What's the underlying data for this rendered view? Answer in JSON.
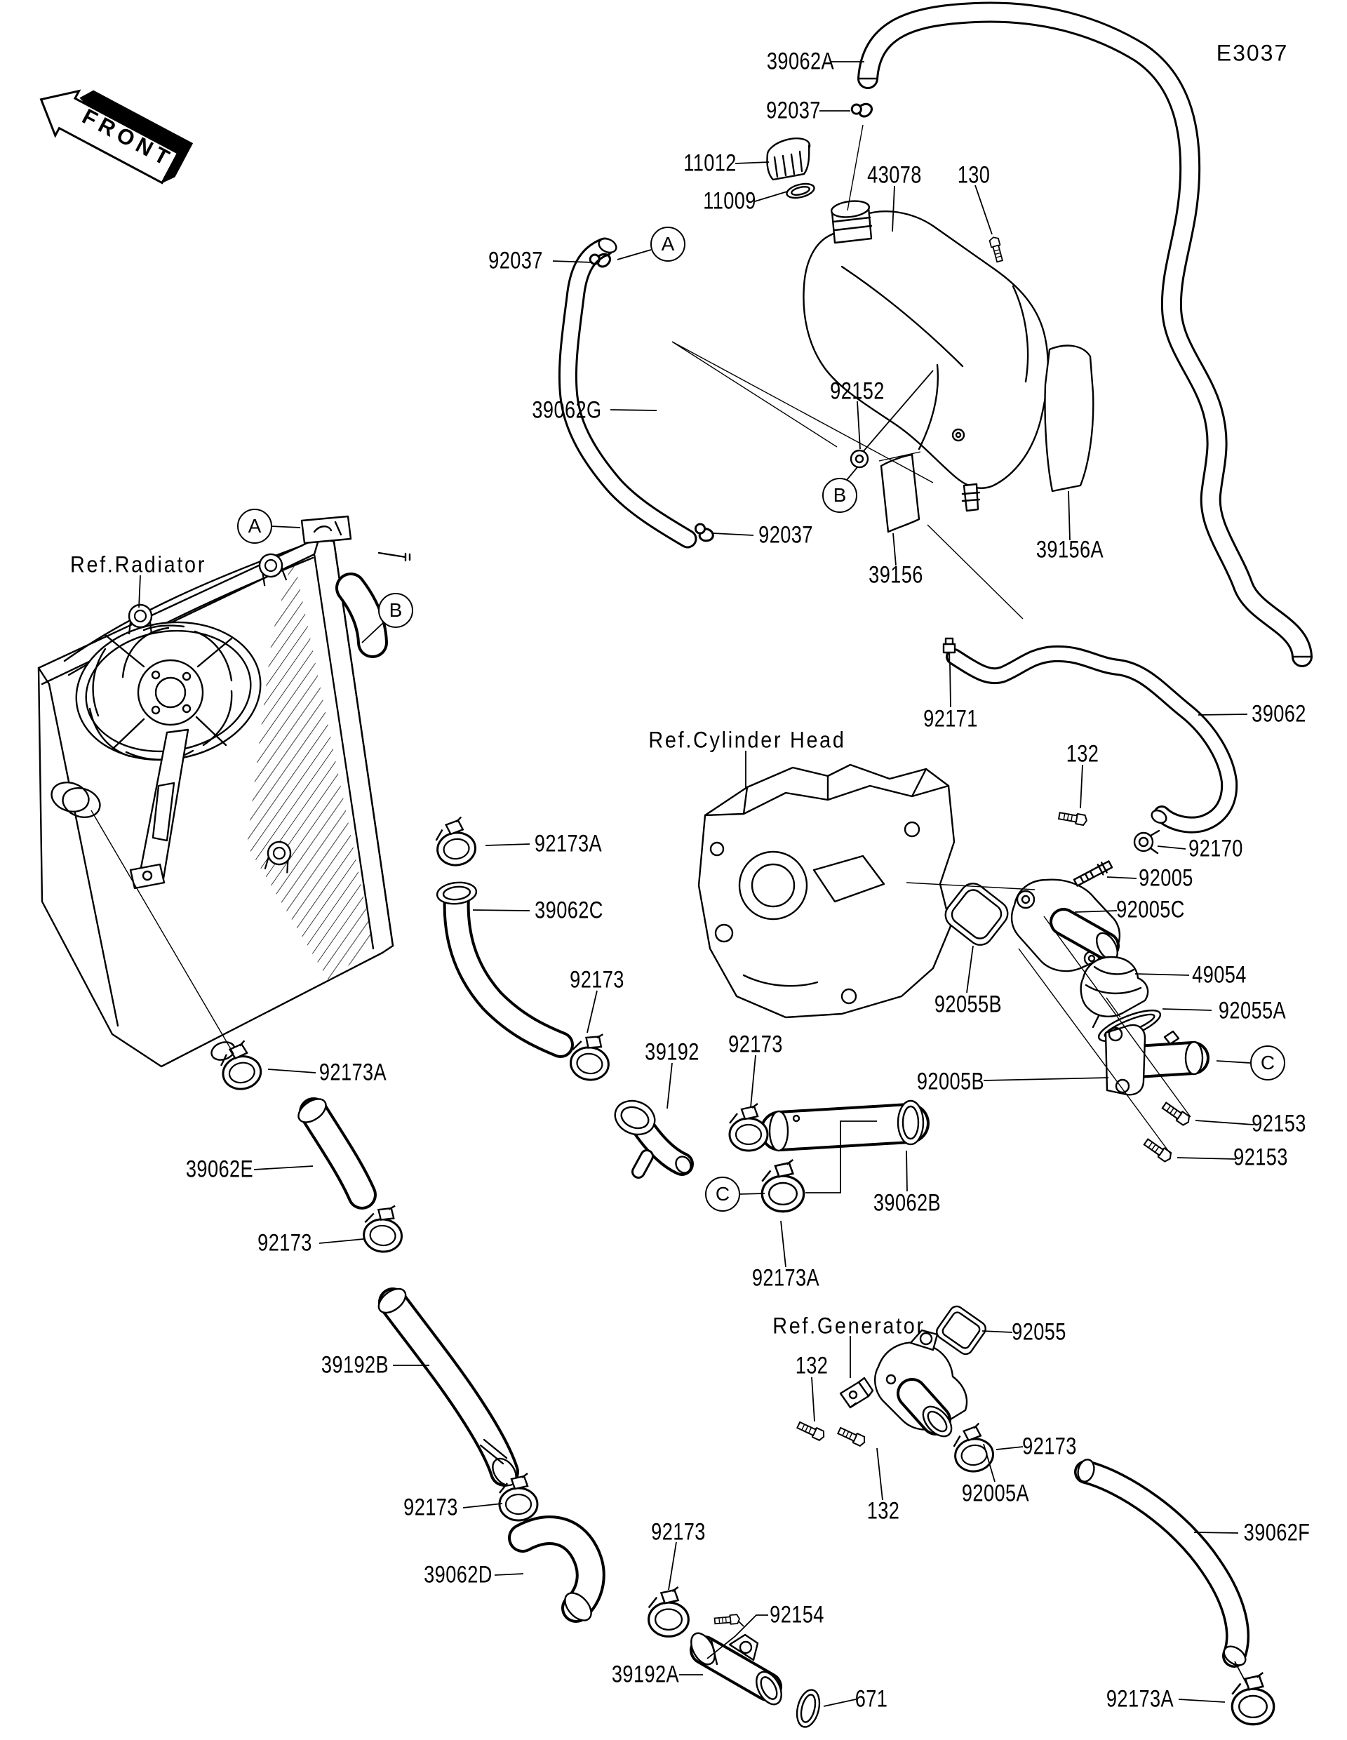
{
  "diagram": {
    "page_code": "E3037",
    "front_marker": "FRONT",
    "ref_labels": {
      "radiator": "Ref.Radiator",
      "cylinder_head": "Ref.Cylinder Head",
      "generator": "Ref.Generator"
    },
    "callouts": [
      {
        "letter": "A"
      },
      {
        "letter": "B"
      },
      {
        "letter": "A"
      },
      {
        "letter": "B"
      },
      {
        "letter": "C"
      },
      {
        "letter": "C"
      }
    ],
    "part_labels": [
      {
        "text": "39062A"
      },
      {
        "text": "92037"
      },
      {
        "text": "11012"
      },
      {
        "text": "11009"
      },
      {
        "text": "43078"
      },
      {
        "text": "130"
      },
      {
        "text": "92037"
      },
      {
        "text": "39062G"
      },
      {
        "text": "92152"
      },
      {
        "text": "92037"
      },
      {
        "text": "39156"
      },
      {
        "text": "39156A"
      },
      {
        "text": "92171"
      },
      {
        "text": "39062"
      },
      {
        "text": "132"
      },
      {
        "text": "92170"
      },
      {
        "text": "92005"
      },
      {
        "text": "92005C"
      },
      {
        "text": "92173A"
      },
      {
        "text": "39062C"
      },
      {
        "text": "92055B"
      },
      {
        "text": "49054"
      },
      {
        "text": "92055A"
      },
      {
        "text": "92173"
      },
      {
        "text": "39192"
      },
      {
        "text": "92173"
      },
      {
        "text": "92005B"
      },
      {
        "text": "92153"
      },
      {
        "text": "92153"
      },
      {
        "text": "92173A"
      },
      {
        "text": "39062E"
      },
      {
        "text": "92173"
      },
      {
        "text": "39062B"
      },
      {
        "text": "92173A"
      },
      {
        "text": "39192B"
      },
      {
        "text": "92055"
      },
      {
        "text": "132"
      },
      {
        "text": "92173"
      },
      {
        "text": "132"
      },
      {
        "text": "92005A"
      },
      {
        "text": "92173"
      },
      {
        "text": "92173"
      },
      {
        "text": "39062D"
      },
      {
        "text": "39062F"
      },
      {
        "text": "92154"
      },
      {
        "text": "39192A"
      },
      {
        "text": "671"
      },
      {
        "text": "92173A"
      }
    ]
  }
}
